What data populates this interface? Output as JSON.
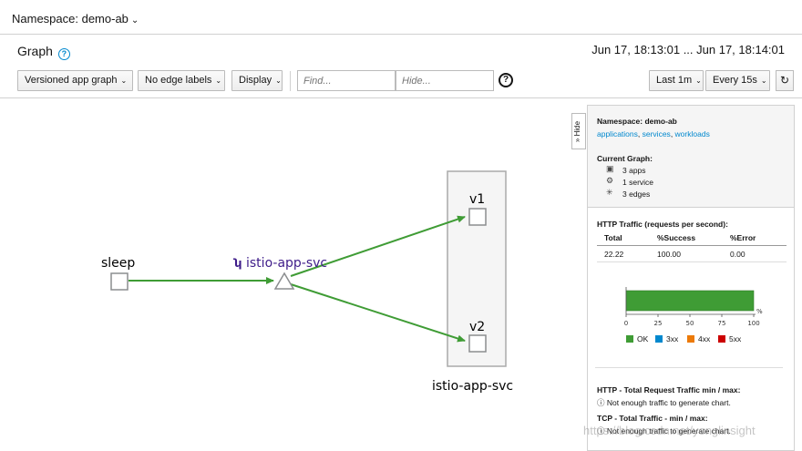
{
  "namespace_bar": {
    "label": "Namespace: demo-ab"
  },
  "header": {
    "title": "Graph",
    "time_range": "Jun 17, 18:13:01 ... Jun 17, 18:14:01"
  },
  "toolbar": {
    "graph_type": "Versioned app graph",
    "edge_labels": "No edge labels",
    "display": "Display",
    "find_placeholder": "Find...",
    "hide_placeholder": "Hide...",
    "duration": "Last 1m",
    "refresh_interval": "Every 15s"
  },
  "graph": {
    "nodes": {
      "sleep": "sleep",
      "service": "istio-app-svc",
      "v1": "v1",
      "v2": "v2",
      "group": "istio-app-svc"
    },
    "edge_color": "#3f9c35",
    "service_color": "#3f1d8a"
  },
  "side_panel": {
    "hide_tab": "» Hide",
    "namespace_label": "Namespace: demo-ab",
    "links": {
      "applications": "applications",
      "services": "services",
      "workloads": "workloads"
    },
    "current_graph_title": "Current Graph:",
    "counts": {
      "apps": "3 apps",
      "services": "1 service",
      "edges": "3 edges"
    },
    "http_traffic_title": "HTTP Traffic (requests per second):",
    "table": {
      "headers": [
        "Total",
        "%Success",
        "%Error"
      ],
      "row": [
        "22.22",
        "100.00",
        "0.00"
      ]
    },
    "bar_chart": {
      "ok_fraction": 1.0,
      "ticks": [
        "0",
        "25",
        "50",
        "75",
        "100"
      ],
      "unit": "%",
      "legend": [
        {
          "label": "OK",
          "color": "#3f9c35"
        },
        {
          "label": "3xx",
          "color": "#0088ce"
        },
        {
          "label": "4xx",
          "color": "#ec7a08"
        },
        {
          "label": "5xx",
          "color": "#cc0000"
        }
      ]
    },
    "http_total_title": "HTTP - Total Request Traffic min / max:",
    "http_total_msg": "Not enough traffic to generate chart.",
    "tcp_total_title": "TCP - Total Traffic - min / max:",
    "tcp_total_msg": "Not enough traffic to generate chart."
  },
  "watermark": "https://blog.csdn.net/yonglinsight"
}
